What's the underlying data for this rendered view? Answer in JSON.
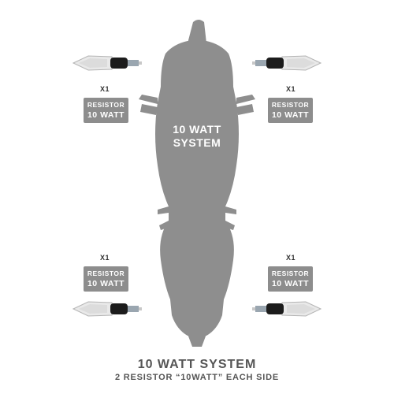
{
  "system": {
    "title_line1": "10 WATT",
    "title_line2": "SYSTEM"
  },
  "units": [
    {
      "qty": "X1",
      "resistor_line1": "RESISTOR",
      "resistor_line2": "10 WATT"
    },
    {
      "qty": "X1",
      "resistor_line1": "RESISTOR",
      "resistor_line2": "10 WATT"
    },
    {
      "qty": "X1",
      "resistor_line1": "RESISTOR",
      "resistor_line2": "10 WATT"
    },
    {
      "qty": "X1",
      "resistor_line1": "RESISTOR",
      "resistor_line2": "10 WATT"
    }
  ],
  "footer": {
    "title": "10 WATT SYSTEM",
    "subtitle": "2 RESISTOR “10WATT” EACH SIDE"
  },
  "colors": {
    "bike": "#8e8e8e",
    "badge": "#8d8d8d",
    "text_dark": "#555555"
  }
}
